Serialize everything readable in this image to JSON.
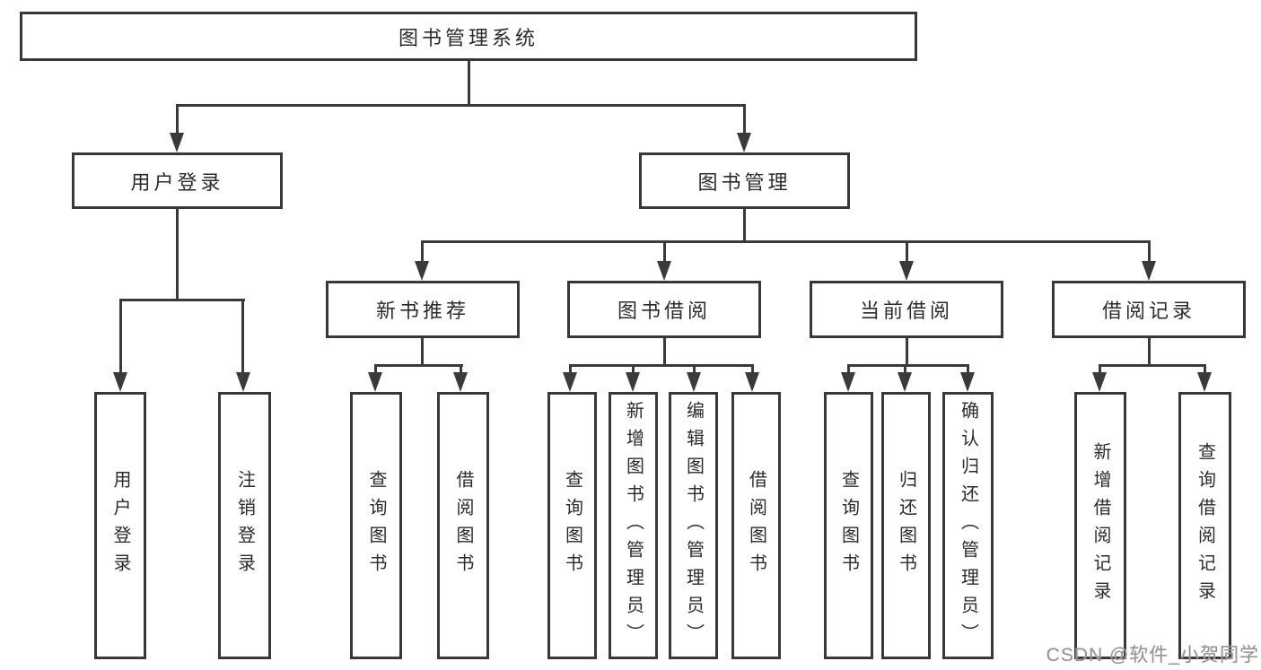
{
  "tree": {
    "root": {
      "label": "图书管理系统"
    },
    "branches": [
      {
        "label": "用户登录",
        "children": [
          {
            "label": "用户登录"
          },
          {
            "label": "注销登录"
          }
        ]
      },
      {
        "label": "图书管理",
        "children": [
          {
            "label": "新书推荐",
            "children": [
              {
                "label": "查询图书"
              },
              {
                "label": "借阅图书"
              }
            ]
          },
          {
            "label": "图书借阅",
            "children": [
              {
                "label": "查询图书"
              },
              {
                "label": "新增图书（管理员）"
              },
              {
                "label": "编辑图书（管理员）"
              },
              {
                "label": "借阅图书"
              }
            ]
          },
          {
            "label": "当前借阅",
            "children": [
              {
                "label": "查询图书"
              },
              {
                "label": "归还图书"
              },
              {
                "label": "确认归还（管理员）"
              }
            ]
          },
          {
            "label": "借阅记录",
            "children": [
              {
                "label": "新增借阅记录"
              },
              {
                "label": "查询借阅记录"
              }
            ]
          }
        ]
      }
    ]
  },
  "watermark": {
    "text": "CSDN @软件_小贺同学"
  },
  "colors": {
    "line": "#3a3a3a",
    "border": "#383838",
    "text": "#2b2b2b",
    "watermark": "#949494"
  }
}
